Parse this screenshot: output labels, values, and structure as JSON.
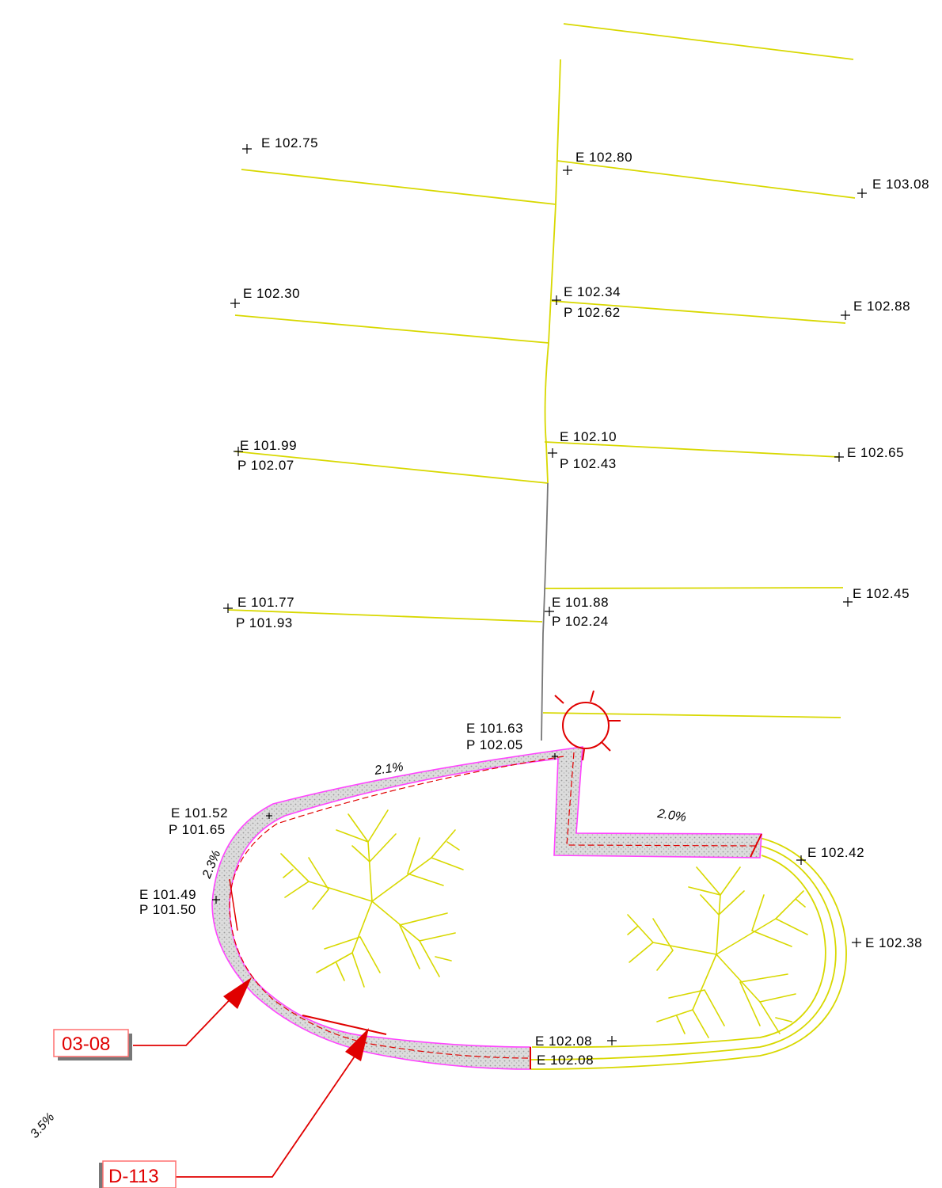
{
  "spot_elevations": {
    "e_102_75": "E 102.75",
    "e_102_80": "E 102.80",
    "e_103_08": "E 103.08",
    "e_102_30": "E 102.30",
    "e_102_34": "E 102.34",
    "p_102_62": "P 102.62",
    "e_102_88": "E 102.88",
    "e_101_99": "E 101.99",
    "p_102_07": "P 102.07",
    "e_102_10": "E 102.10",
    "p_102_43": "P 102.43",
    "e_102_65": "E 102.65",
    "e_101_77": "E 101.77",
    "p_101_93": "P 101.93",
    "e_101_88": "E 101.88",
    "p_102_24": "P 102.24",
    "e_102_45": "E 102.45",
    "e_101_63": "E 101.63",
    "p_102_05": "P 102.05",
    "e_101_52": "E 101.52",
    "p_101_65": "P 101.65",
    "e_101_49": "E 101.49",
    "p_101_50": "P 101.50",
    "e_102_42": "E 102.42",
    "e_102_38": "E 102.38",
    "e_102_08_a": "E 102.08",
    "e_102_08_b": "E 102.08"
  },
  "slopes": {
    "upper_path": "2.1%",
    "right_path": "2.0%",
    "left_curve": "2.3%",
    "corner": "3.5%"
  },
  "callouts": {
    "detail_a": "03-08",
    "detail_b": "D-113"
  },
  "colors": {
    "contour": "#d8d800",
    "path_edge": "#ff44ff",
    "callout": "#e00000",
    "tree": "#d8d800"
  }
}
